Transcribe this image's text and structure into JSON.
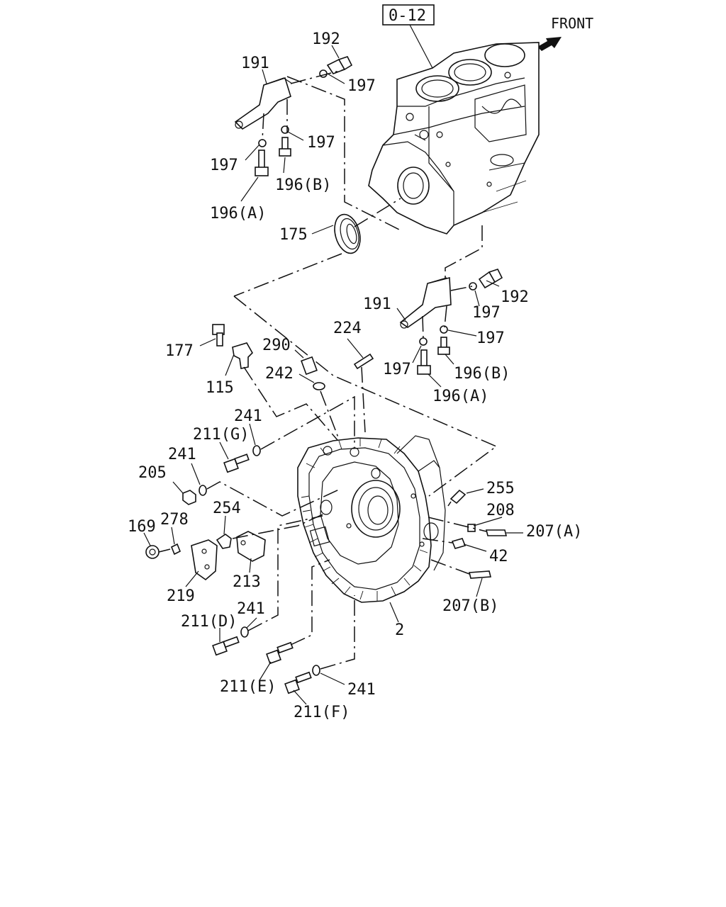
{
  "reference_box": "0-12",
  "front_label": "FRONT",
  "labels": {
    "l192a": "192",
    "l191a": "191",
    "l197a": "197",
    "l197b": "197",
    "l197c": "197",
    "l196b_a": "196(B)",
    "l196a_a": "196(A)",
    "l175": "175",
    "l191b": "191",
    "l192b": "192",
    "l197d": "197",
    "l197e": "197",
    "l197f": "197",
    "l196b_b": "196(B)",
    "l196a_b": "196(A)",
    "l224": "224",
    "l290": "290",
    "l177": "177",
    "l115": "115",
    "l242": "242",
    "l241a": "241",
    "l211g": "211(G)",
    "l241b": "241",
    "l205": "205",
    "l254": "254",
    "l169": "169",
    "l278": "278",
    "l219": "219",
    "l213": "213",
    "l255": "255",
    "l208": "208",
    "l207a": "207(A)",
    "l42": "42",
    "l207b": "207(B)",
    "l211d": "211(D)",
    "l241c": "241",
    "l2": "2",
    "l211e": "211(E)",
    "l241d": "241",
    "l211f": "211(F)"
  }
}
